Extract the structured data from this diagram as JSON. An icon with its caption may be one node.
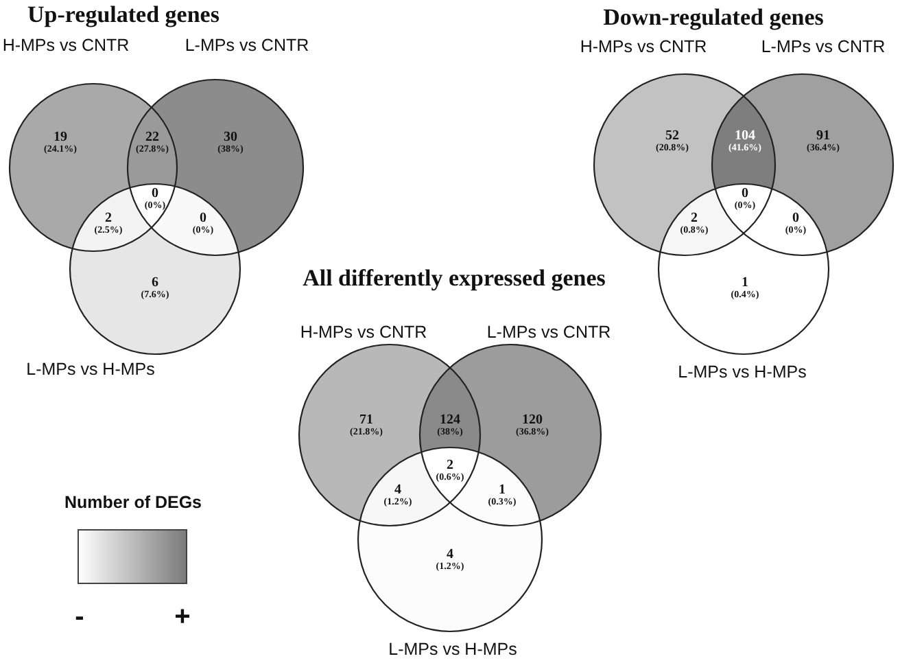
{
  "diagram": {
    "nodes": [
      {
        "text": [
          "H-MPs vs CNTR"
        ]
      },
      {
        "text": [
          "L-MPs vs CNTR"
        ]
      },
      {
        "text": [
          "L-MPs vs H-MPs"
        ]
      },
      {
        "text": [
          "H-MPs vs CNTR"
        ]
      },
      {
        "text": [
          "L-MPs vs CNTR"
        ]
      },
      {
        "text": [
          "L-MPs vs H-MPs"
        ]
      },
      {
        "text": [
          "H-MPs vs CNTR"
        ]
      },
      {
        "text": [
          "L-MPs vs CNTR"
        ]
      },
      {
        "text": [
          "L-MPs vs H-MPs"
        ]
      },
      {
        "text": [],
        "shape": "bar"
      }
    ],
    "labels": [
      "Up-regulated genes",
      "19 (24.1%)",
      "22 (27.8%)",
      "30 (38%)",
      "0 (0%)",
      "2 (2.5%)",
      "0 (0%)",
      "6 (7.6%)",
      "Down-regulated genes",
      "52 (20.8%)",
      "104 (41.6%)",
      "91 (36.4%)",
      "0 (0%)",
      "2 (0.8%)",
      "0 (0%)",
      "All differently expressed genes",
      "1 (0.4%)",
      "71 (21.8%)",
      "124 (38%)",
      "120 (36.8%)",
      "2 (0.6%)",
      "4 (1.2%)",
      "1 (0.3%)",
      "4 (1.2%)",
      "Number of DEGs",
      "-",
      "+"
    ]
  }
}
